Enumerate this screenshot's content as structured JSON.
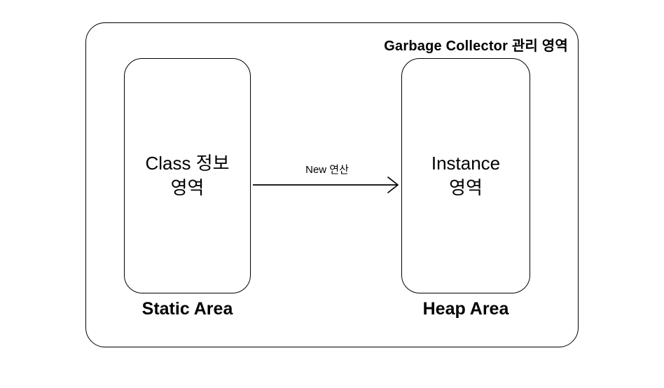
{
  "diagram": {
    "title": "Garbage Collector 관리 영역",
    "arrow_label": "New 연산",
    "left_box": {
      "text": "Class 정보\n영역",
      "caption": "Static Area"
    },
    "right_box": {
      "text": "Instance\n영역",
      "caption": "Heap Area"
    },
    "colors": {
      "background": "#ffffff",
      "line": "#000000",
      "text": "#000000"
    }
  }
}
